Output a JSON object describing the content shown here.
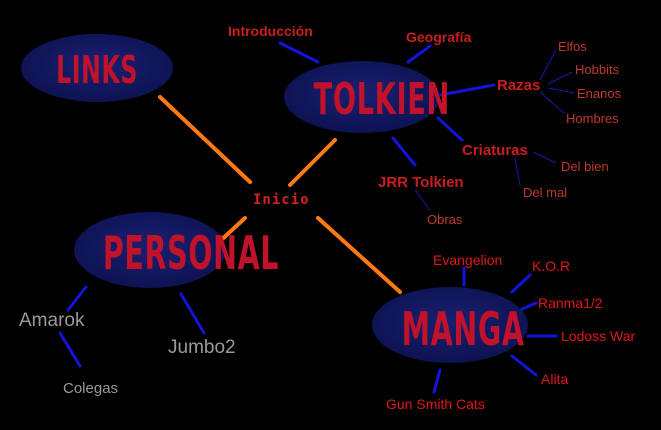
{
  "center": {
    "label": "Inicio"
  },
  "nodes": {
    "links": "LINKS",
    "tolkien": "TOLKIEN",
    "personal": "PERSONAL",
    "manga": "MANGA"
  },
  "tolkien": {
    "introduccion": "Introducción",
    "geografia": "Geografía",
    "razas": "Razas",
    "razas_items": [
      "Elfos",
      "Hobbits",
      "Enanos",
      "Hombres"
    ],
    "criaturas": "Criaturas",
    "criaturas_items": [
      "Del bien",
      "Del mal"
    ],
    "jrr": "JRR Tolkien",
    "obras": "Obras"
  },
  "personal": {
    "amarok": "Amarok",
    "colegas": "Colegas",
    "jumbo2": "Jumbo2"
  },
  "manga": {
    "items": [
      "Evangelion",
      "K.O.R",
      "Ranma1/2",
      "Lodoss War",
      "Alita",
      "Gun Smith Cats"
    ]
  },
  "colors": {
    "node_fill": "#12185a",
    "node_text": "#c0122a",
    "center_lines": "#ff7a12",
    "branch_lines": "#1010d0",
    "background": "#000000"
  }
}
